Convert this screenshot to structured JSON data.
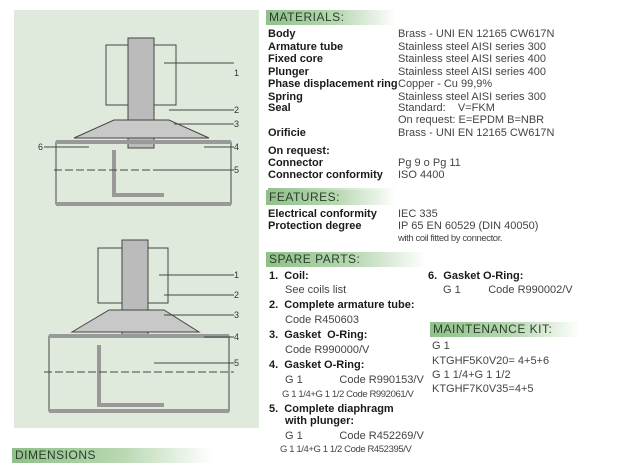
{
  "materials": {
    "header": "MATERIALS:",
    "rows": [
      {
        "label": "Body",
        "value": "Brass - UNI EN 12165 CW617N"
      },
      {
        "label": "Armature tube",
        "value": "Stainless steel AISI series 300"
      },
      {
        "label": "Fixed core",
        "value": "Stainless steel AISI series 400"
      },
      {
        "label": "Plunger",
        "value": "Stainless steel AISI series 400"
      },
      {
        "label": "Phase displacement ring",
        "value": "Copper - Cu 99,9%"
      },
      {
        "label": "Spring",
        "value": "Stainless steel AISI series 300"
      },
      {
        "label": "Seal",
        "value": "Standard:    V=FKM",
        "value2": "On request: E=EPDM  B=NBR"
      },
      {
        "label": "Orificie",
        "value": "Brass - UNI EN 12165 CW617N"
      }
    ],
    "on_request": "On request:",
    "connector": {
      "label": "Connector",
      "value": "Pg 9 o Pg 11"
    },
    "connector_conformity": {
      "label": "Connector conformity",
      "value": "ISO 4400"
    }
  },
  "features": {
    "header": "FEATURES:",
    "electrical": {
      "label": "Electrical conformity",
      "value": "IEC 335"
    },
    "protection": {
      "label": "Protection degree",
      "value": "IP 65 EN 60529 (DIN 40050)",
      "note": "with coil fitted by connector."
    }
  },
  "spare_parts": {
    "header": "SPARE PARTS:",
    "items": [
      {
        "title": "1.  Coil:",
        "lines": [
          "See coils list"
        ]
      },
      {
        "title": "2.  Complete armature tube:",
        "lines": [
          "Code R450603"
        ]
      },
      {
        "title": "3.  Gasket  O-Ring:",
        "lines": [
          "Code R990000/V"
        ]
      },
      {
        "title": "4.  Gasket O-Ring:",
        "lines": [
          "G 1            Code R990153/V",
          "G 1 1/4+G 1 1/2 Code R992061/V"
        ]
      },
      {
        "title": "5.  Complete diaphragm",
        "title2": "with plunger:",
        "lines": [
          "G 1            Code R452269/V",
          "G 1 1/4+G 1 1/2 Code R452395/V"
        ]
      },
      {
        "title": "6.  Gasket O-Ring:",
        "lines": [
          "G 1         Code R990002/V"
        ]
      }
    ]
  },
  "maintenance_kit": {
    "header": "MAINTENANCE KIT:",
    "lines": [
      "G 1",
      "KTGHF5K0V20= 4+5+6",
      "G 1 1/4+G 1 1/2",
      "KTGHF7K0V35=4+5"
    ]
  },
  "diagram": {
    "labels_top": [
      "1",
      "2",
      "3",
      "4",
      "5",
      "6"
    ],
    "labels_bottom": [
      "1",
      "2",
      "3",
      "4",
      "5"
    ]
  },
  "dimensions": {
    "header": "DIMENSIONS"
  }
}
